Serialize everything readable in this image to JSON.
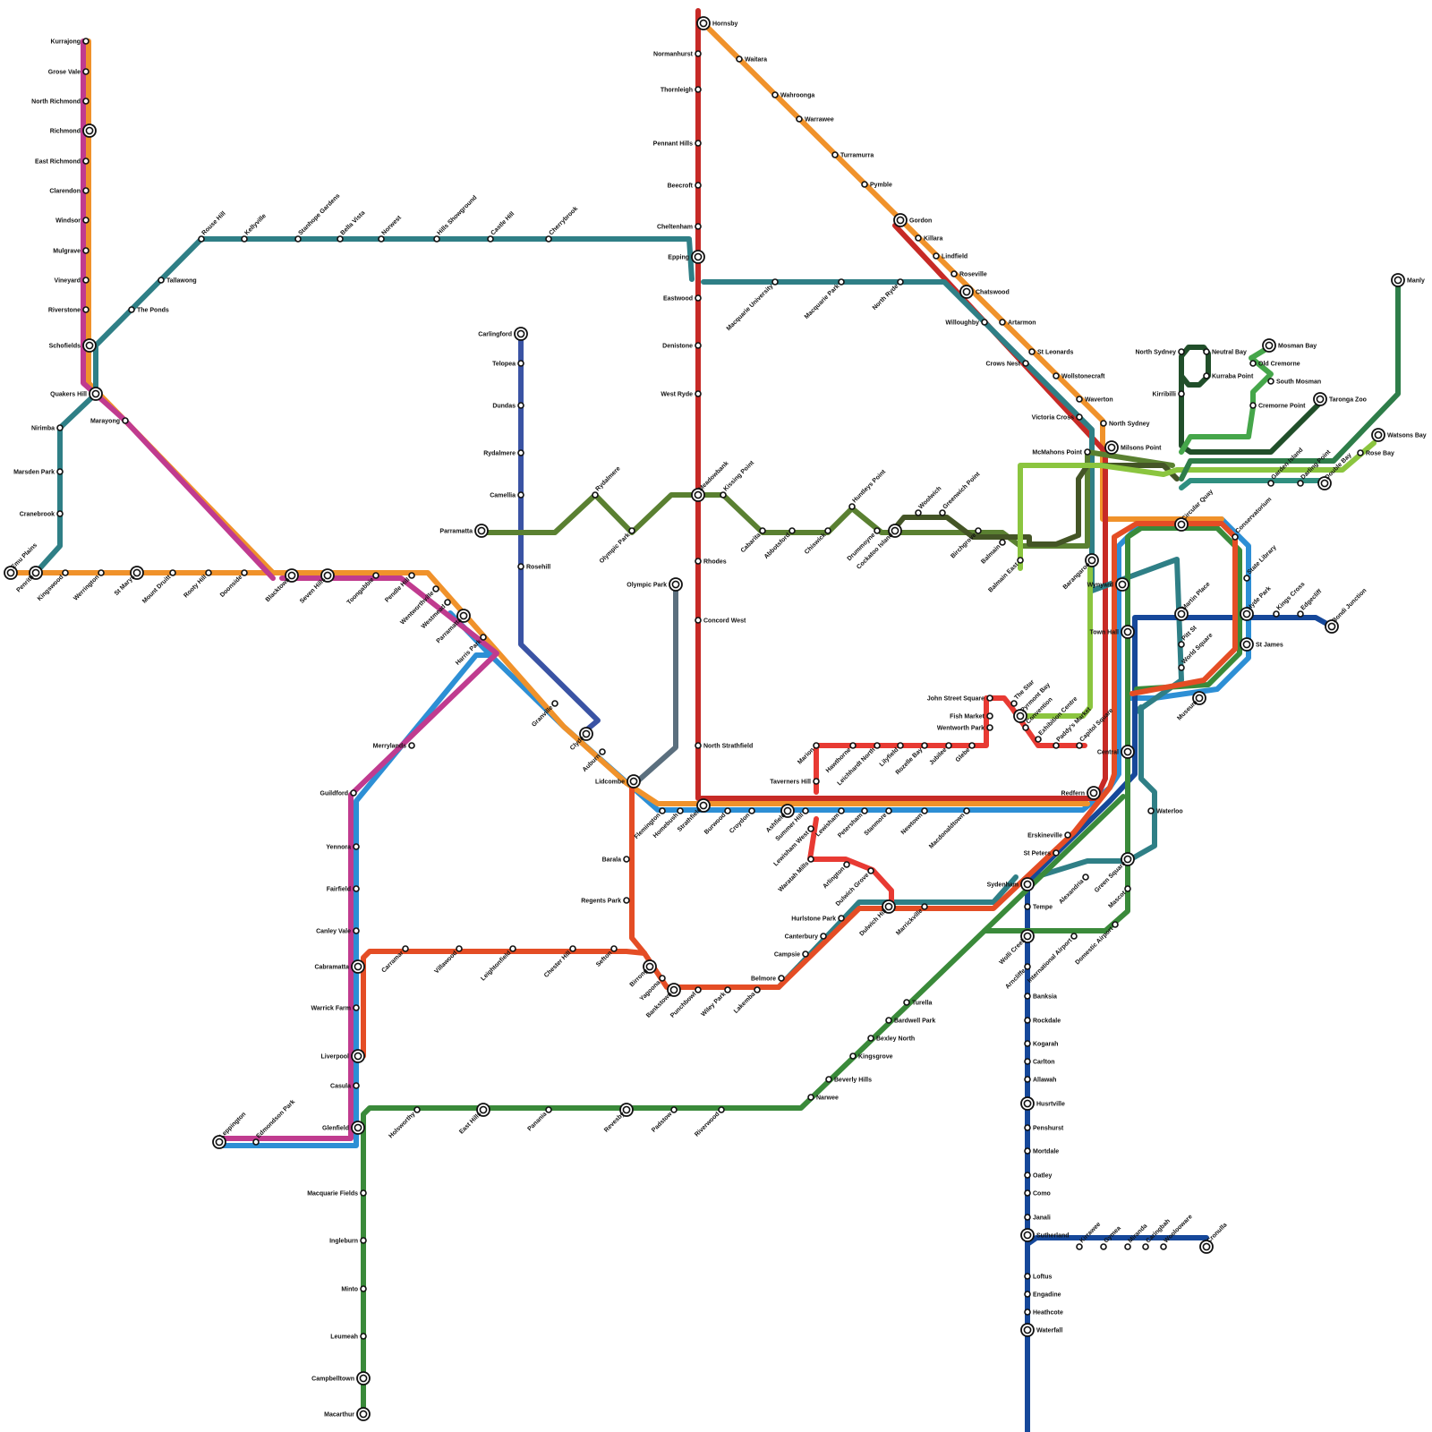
{
  "lines": [
    {
      "name": "",
      "color": "#c03b8f"
    },
    {
      "name": "",
      "color": "#f0922b"
    },
    {
      "name": "",
      "color": "#2f7f86"
    },
    {
      "name": "",
      "color": "#c72a26"
    },
    {
      "name": "",
      "color": "#3a53a4"
    },
    {
      "name": "",
      "color": "#5a8031"
    },
    {
      "name": "",
      "color": "#5b6f7e"
    },
    {
      "name": "",
      "color": "#e44d25"
    },
    {
      "name": "",
      "color": "#2d8fd5"
    },
    {
      "name": "",
      "color": "#3a8a3a"
    },
    {
      "name": "",
      "color": "#16489a"
    },
    {
      "name": "",
      "color": "#e83a33"
    },
    {
      "name": "",
      "color": "#8bc53f"
    },
    {
      "name": "",
      "color": "#445526"
    },
    {
      "name": "",
      "color": "#214f2a"
    },
    {
      "name": "",
      "color": "#45a64a"
    },
    {
      "name": "",
      "color": "#2e7d49"
    }
  ],
  "stations": {
    "kurrajong": "Kurrajong",
    "grose_vale": "Grose Vale",
    "north_richmond": "North Richmond",
    "richmond": "Richmond",
    "east_richmond": "East Richmond",
    "clarendon": "Clarendon",
    "windsor": "Windsor",
    "mulgrave": "Mulgrave",
    "vineyard": "Vineyard",
    "riverstone": "Riverstone",
    "schofields": "Schofields",
    "quakers_hill": "Quakers Hill",
    "nirimba": "Nirimba",
    "marsden_park": "Marsden Park",
    "cranebrook": "Cranebrook",
    "emu_plains": "Emu Plains",
    "penrith": "Penrith",
    "kingswood": "Kingswood",
    "werrington": "Werrington",
    "st_marys": "St Marys",
    "mount_druitt": "Mount Druitt",
    "rooty_hill": "Rooty Hill",
    "doonside": "Doonside",
    "blacktown": "Blacktown",
    "seven_hills": "Seven Hills",
    "toongabbie": "Toongabbie",
    "pendle_hill": "Pendle Hill",
    "wentworthville": "Wentworthville",
    "westmead": "Westmead",
    "parramatta": "Parramatta",
    "harris_park": "Harris Park",
    "marayong": "Marayong",
    "the_ponds": "The Ponds",
    "tallawong": "Tallawong",
    "rouse_hill": "Rouse Hill",
    "kellyville": "Kellyville",
    "stanhope_gardens": "Stanhope Gardens",
    "bella_vista": "Bella Vista",
    "norwest": "Norwest",
    "hills_showground": "Hills Showground",
    "castle_hill": "Castle Hill",
    "cherrybrook": "Cherrybrook",
    "hornsby": "Hornsby",
    "normanhurst": "Normanhurst",
    "thornleigh": "Thornleigh",
    "pennant_hills": "Pennant Hills",
    "beecroft": "Beecroft",
    "cheltenham": "Cheltenham",
    "epping": "Epping",
    "eastwood": "Eastwood",
    "denistone": "Denistone",
    "west_ryde": "West Ryde",
    "meadowbank": "Meadowbank",
    "rhodes": "Rhodes",
    "concord_west": "Concord West",
    "north_strathfield": "North Strathfield",
    "waitara": "Waitara",
    "wahroonga": "Wahroonga",
    "warrawee": "Warrawee",
    "turramurra": "Turramurra",
    "pymble": "Pymble",
    "gordon": "Gordon",
    "killara": "Killara",
    "lindfield": "Lindfield",
    "roseville": "Roseville",
    "chatswood": "Chatswood",
    "artarmon": "Artarmon",
    "st_leonards": "St Leonards",
    "wollstonecraft": "Wollstonecraft",
    "waverton": "Waverton",
    "north_sydney": "North Sydney",
    "milsons_point": "Milsons Point",
    "macquarie_university": "Macquarie University",
    "macquarie_park": "Macquarie Park",
    "north_ryde": "North Ryde",
    "willoughby": "Willoughby",
    "crows_nest": "Crows Nest",
    "victoria_cross": "Victoria Cross",
    "mcmahons_point": "McMahons Point",
    "barangaroo": "Barangaroo",
    "carlingford": "Carlingford",
    "telopea": "Telopea",
    "dundas": "Dundas",
    "rydalmere_stop": "Rydalmere",
    "camellia": "Camellia",
    "rosehill": "Rosehill",
    "parramatta_wharf": "Parramatta",
    "rydalmere_wharf": "Rydalmere",
    "olympic_park_wharf": "Olympic Park",
    "kissing_point": "Kissing Point",
    "cabarita": "Cabarita",
    "abbotsford": "Abbotsford",
    "chiswick": "Chiswick",
    "huntleys_point": "Huntleys Point",
    "drummoyne": "Drummoyne",
    "cockatoo_island": "Cockatoo Island",
    "woolwich": "Woolwich",
    "greenwich_point": "Greenwich Point",
    "birchgrove": "Birchgrove",
    "balmain": "Balmain",
    "balmain_east": "Balmain East",
    "olympic_park": "Olympic Park",
    "lidcombe": "Lidcombe",
    "clyde": "Clyde",
    "granville": "Granville",
    "auburn": "Auburn",
    "merrylands": "Merrylands",
    "guildford": "Guildford",
    "yennora": "Yennora",
    "fairfield": "Fairfield",
    "canley_vale": "Canley Vale",
    "cabramatta": "Cabramatta",
    "warrick_farm": "Warrick Farm",
    "liverpool": "Liverpool",
    "casula": "Casula",
    "glenfield": "Glenfield",
    "macquarie_fields": "Macquarie Fields",
    "ingleburn": "Ingleburn",
    "minto": "Minto",
    "leumeah": "Leumeah",
    "campbelltown": "Campbelltown",
    "macarthur": "Macarthur",
    "leppington": "Leppington",
    "edmondson_park": "Edmondson Park",
    "holsworthy": "Holsworthy",
    "east_hills": "East Hills",
    "panania": "Panania",
    "revesby": "Revesby",
    "padstow": "Padstow",
    "riverwood": "Riverwood",
    "narwee": "Narwee",
    "beverly_hills": "Beverly Hills",
    "kingsgrove": "Kingsgrove",
    "bexley_north": "Bexley North",
    "bardwell_park": "Bardwell Park",
    "turella": "Turella",
    "carramar": "Carramar",
    "villawood": "Villawood",
    "leightonfield": "Leightonfield",
    "chester_hill": "Chester Hill",
    "sefton": "Sefton",
    "birrong": "Birrong",
    "yagoona": "Yagoona",
    "bankstown": "Bankstown",
    "punchbowl": "Punchbowl",
    "wiley_park": "Wiley Park",
    "lakemba": "Lakemba",
    "belmore": "Belmore",
    "campsie": "Campsie",
    "canterbury": "Canterbury",
    "hurlstone_park": "Hurlstone Park",
    "dulwich_hill": "Dulwich Hill",
    "marrickville": "Marrickville",
    "sydenham": "Sydenham",
    "barala": "Barala",
    "regents_park": "Regents Park",
    "flemington": "Flemington",
    "homebush": "Homebush",
    "strathfield": "Strathfield",
    "burwood": "Burwood",
    "croydon": "Croydon",
    "ashfield": "Ashfield",
    "summer_hill": "Summer Hill",
    "lewisham": "Lewisham",
    "petersham": "Petersham",
    "stanmore": "Stanmore",
    "newtown": "Newtown",
    "macdonaldtown": "Macdonaldtown",
    "redfern": "Redfern",
    "taverners_hill": "Taverners Hill",
    "marion": "Marion",
    "hawthorne": "Hawthorne",
    "leichhardt_north": "Leichhardt North",
    "lilyfield": "Lilyfield",
    "rozelle_bay": "Rozelle Bay",
    "jubilee": "Jubilee",
    "glebe": "Glebe",
    "lewisham_west": "Lewisham West",
    "waratah_mills": "Waratah Mills",
    "arlington": "Arlington",
    "dulwich_grove": "Dulwich Grove",
    "john_street_square": "John Street Square",
    "fish_market": "Fish Market",
    "wentworth_park": "Wentworth Park",
    "the_star": "The Star",
    "pyrmont_bay": "Pyrmont Bay",
    "convention": "Convention",
    "exhibition_centre": "Exhibition Centre",
    "paddys_market": "Paddy's Market",
    "capitol_square": "Capitol Square",
    "central": "Central",
    "town_hall": "Town Hall",
    "wynyard": "Wynyard",
    "circular_quay": "Circular Quay",
    "martin_place": "Martin Place",
    "pitt_st": "Pitt St",
    "world_square": "World Square",
    "museum": "Museum",
    "st_james": "St James",
    "hyde_park": "Hyde Park",
    "state_library": "State Library",
    "conservatorium": "Conservatorium",
    "kings_cross": "Kings Cross",
    "edgecliff": "Edgecliff",
    "bondi_junction": "Bondi Junction",
    "waterloo": "Waterloo",
    "erskineville": "Erskineville",
    "st_peters": "St Peters",
    "alexandria": "Alexandria",
    "green_square": "Green Square",
    "mascot": "Mascot",
    "domestic_airport": "Domestic Airport",
    "international_airport": "International Airport",
    "tempe": "Tempe",
    "wolli_creek": "Wolli Creek",
    "arncliffe": "Arncliffe",
    "banksia": "Banksia",
    "rockdale": "Rockdale",
    "kogarah": "Kogarah",
    "carlton": "Carlton",
    "allawah": "Allawah",
    "hurstville": "Husrtville",
    "penshurst": "Penshurst",
    "mortdale": "Mortdale",
    "oatley": "Oatley",
    "como": "Como",
    "jannali": "Janali",
    "sutherland": "Sutherland",
    "loftus": "Loftus",
    "engadine": "Engadine",
    "heathcote": "Heathcote",
    "waterfall": "Waterfall",
    "kirrawee": "Kirrawee",
    "gymea": "Gymea",
    "miranda": "Miranda",
    "caringbah": "Caringbah",
    "woolooware": "Woolooware",
    "cronulla": "Cronulla",
    "north_sydney_wharf": "North Sydney",
    "neutral_bay": "Neutral Bay",
    "kurraba_point": "Kurraba Point",
    "kirribilli": "Kirribilli",
    "mosman_bay": "Mosman Bay",
    "old_cremorne": "Old Cremorne",
    "south_mosman": "South Mosman",
    "cremorne_point": "Cremorne Point",
    "taronga_zoo": "Taronga Zoo",
    "manly": "Manly",
    "watsons_bay": "Watsons Bay",
    "rose_bay": "Rose Bay",
    "garden_island": "Garden Island",
    "darling_point": "Darling Point",
    "double_bay": "Double Bay"
  }
}
